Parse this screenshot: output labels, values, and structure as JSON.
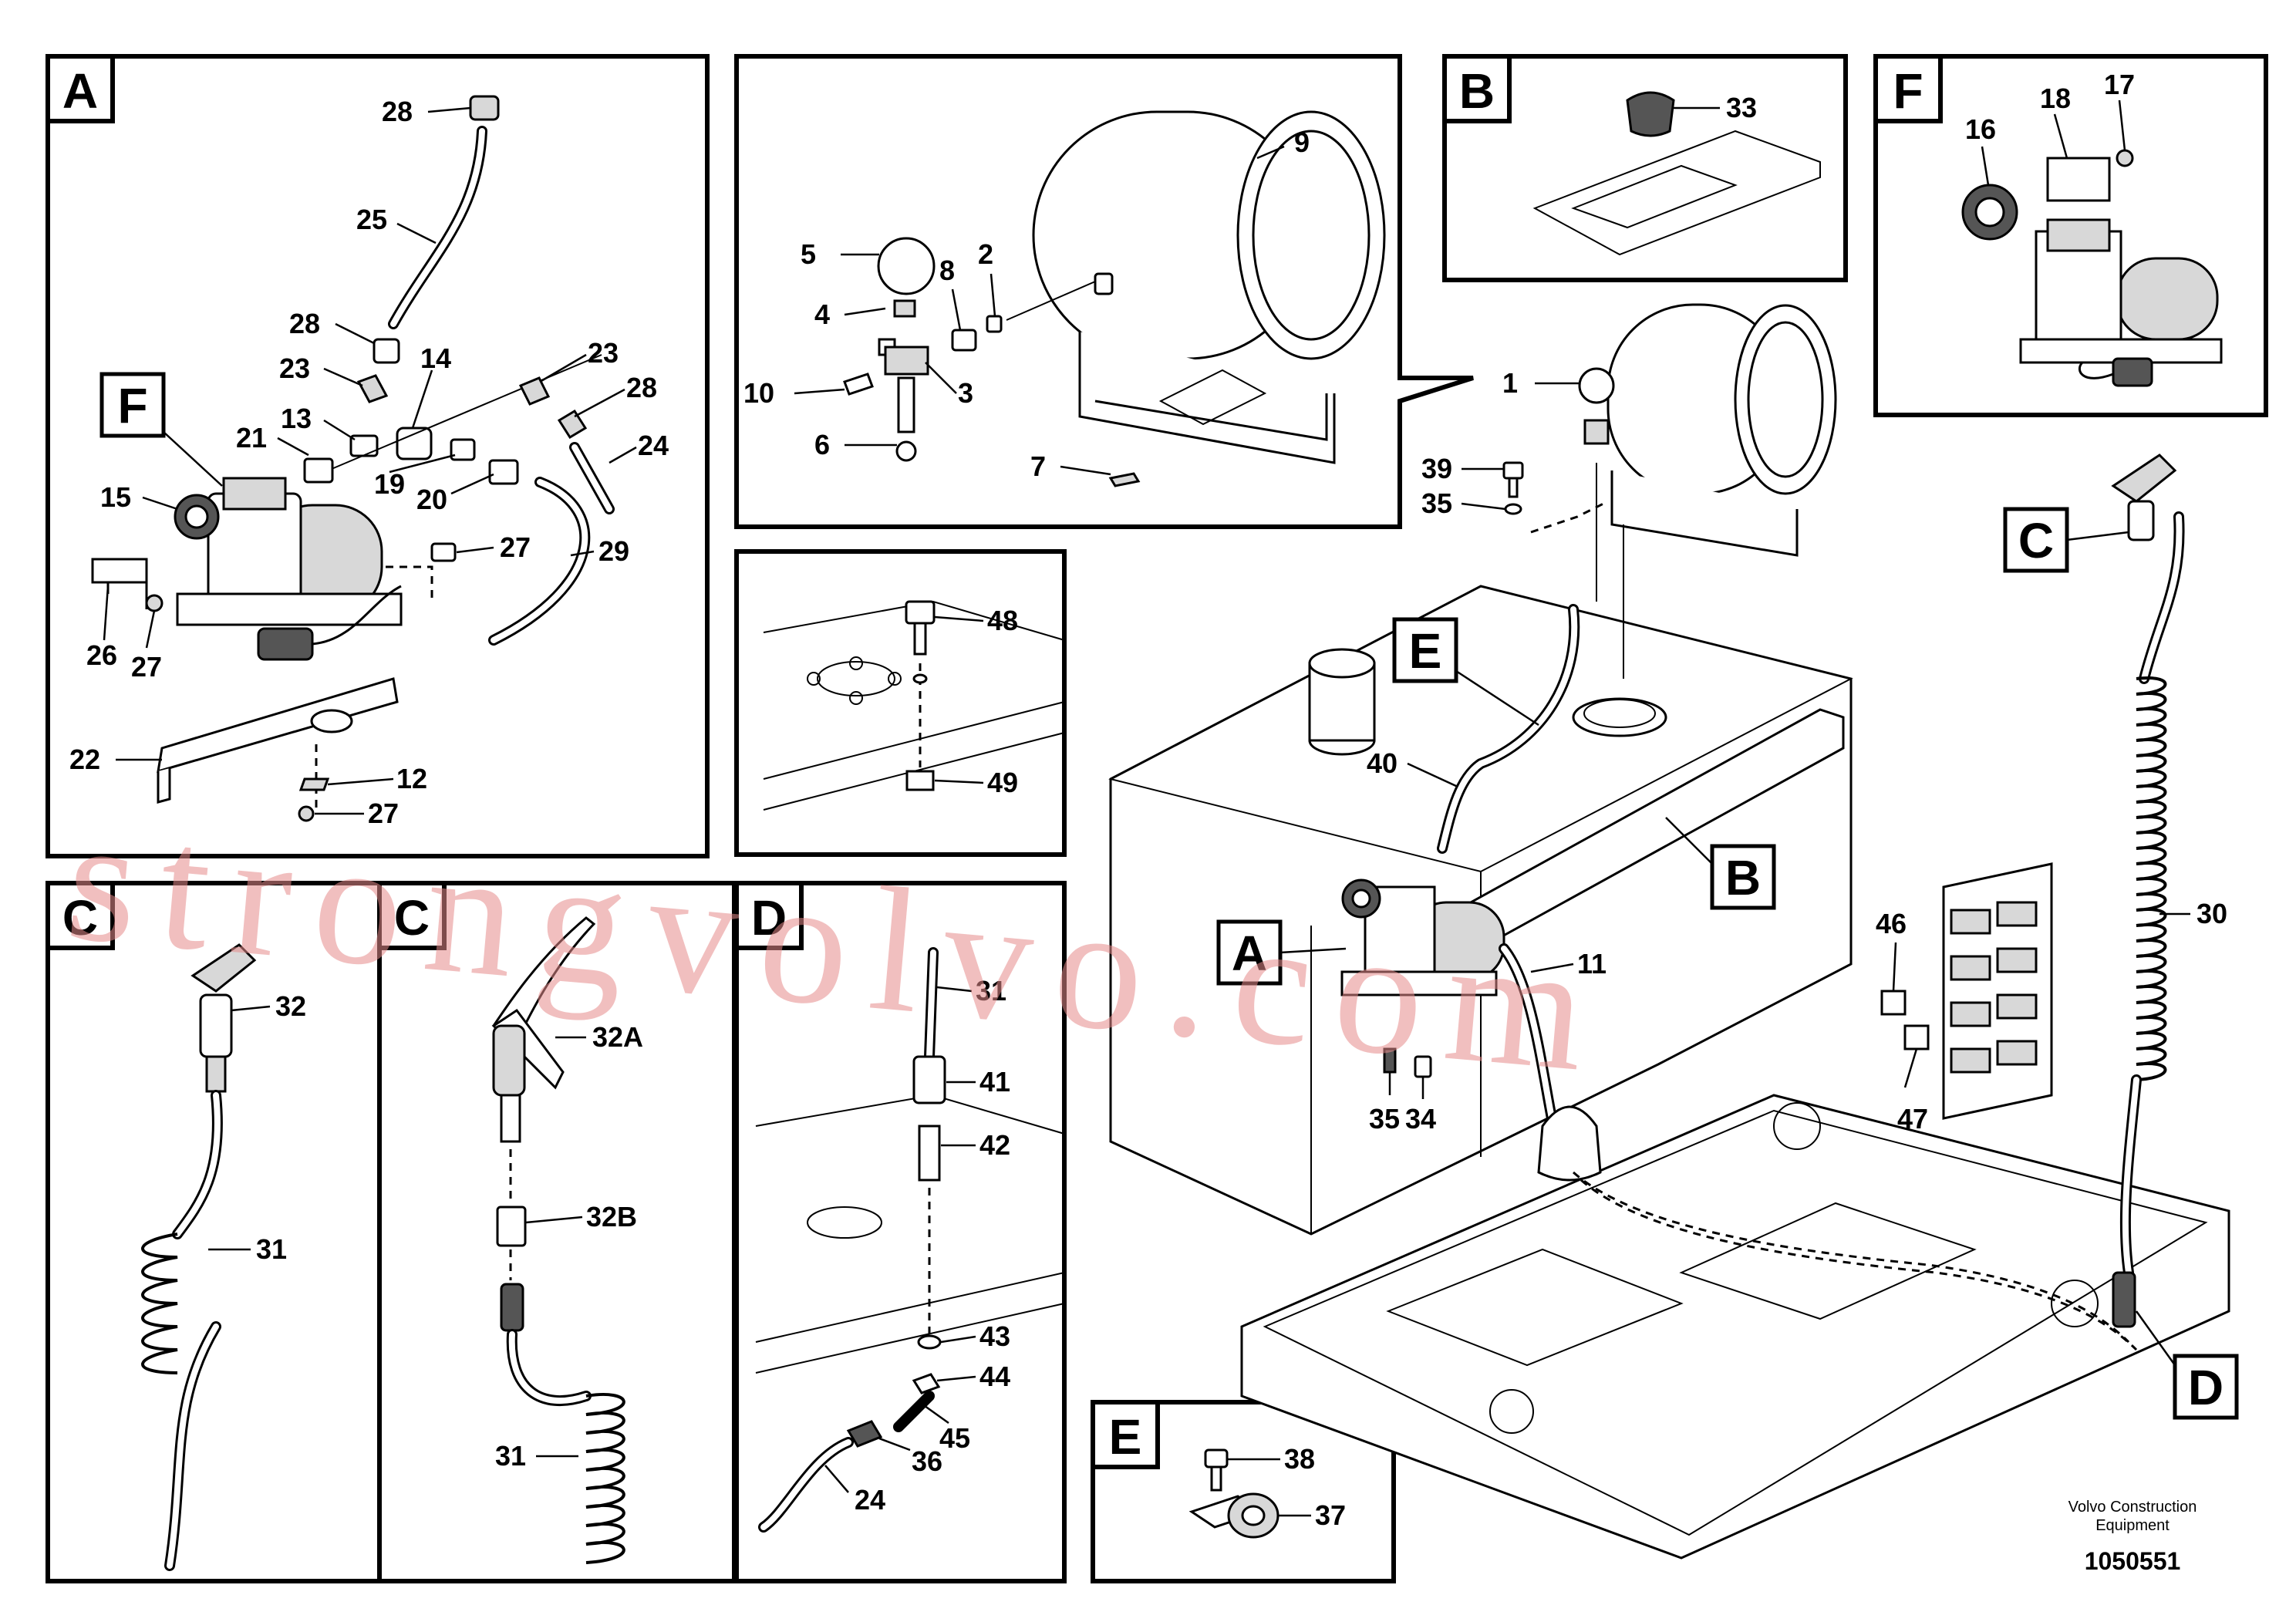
{
  "watermark": "strongvolvo.com",
  "footer": {
    "brand_line1": "Volvo Construction",
    "brand_line2": "Equipment",
    "code": "1050551"
  },
  "panels": {
    "A": {
      "letter": "A"
    },
    "B": {
      "letter": "B"
    },
    "F": {
      "letter": "F"
    },
    "C1": {
      "letter": "C"
    },
    "C2": {
      "letter": "C"
    },
    "D": {
      "letter": "D"
    },
    "E": {
      "letter": "E"
    }
  },
  "main_labels": {
    "A": "A",
    "B": "B",
    "C": "C",
    "D": "D",
    "E": "E",
    "F": "F"
  },
  "callouts": {
    "a28a": "28",
    "a25": "25",
    "a28b": "28",
    "a23a": "23",
    "a14": "14",
    "a23b": "23",
    "a28c": "28",
    "a24": "24",
    "a21": "21",
    "a13": "13",
    "a19": "19",
    "a20": "20",
    "a15": "15",
    "a27a": "27",
    "a29": "29",
    "a26": "26",
    "a27b": "27",
    "a22": "22",
    "a12": "12",
    "a27c": "27",
    "t9": "9",
    "t5": "5",
    "t8": "8",
    "t2": "2",
    "t4": "4",
    "t10": "10",
    "t3": "3",
    "t6": "6",
    "t7": "7",
    "b33": "33",
    "f16": "16",
    "f18": "18",
    "f17": "17",
    "m1": "1",
    "m39": "39",
    "m35a": "35",
    "m40": "40",
    "m11": "11",
    "m35b": "35",
    "m34": "34",
    "m30": "30",
    "m46": "46",
    "m47": "47",
    "k48": "48",
    "k49": "49",
    "c32": "32",
    "c31a": "31",
    "c32a": "32A",
    "c32b": "32B",
    "c31b": "31",
    "d31": "31",
    "d41": "41",
    "d42": "42",
    "d43": "43",
    "d44": "44",
    "d45": "45",
    "d36": "36",
    "d24": "24",
    "e38": "38",
    "e37": "37"
  }
}
